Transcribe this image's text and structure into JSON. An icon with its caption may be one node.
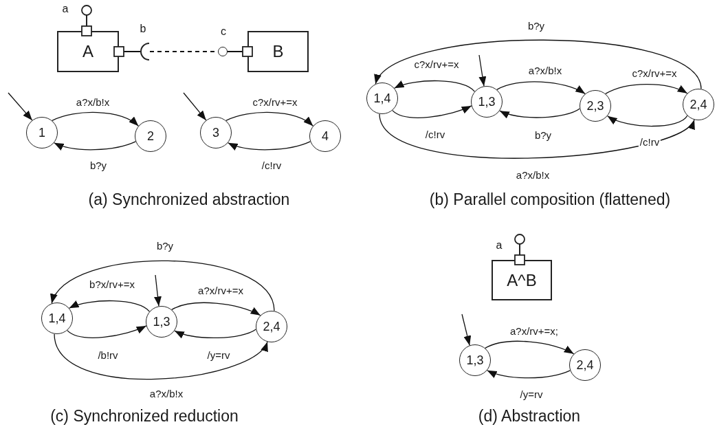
{
  "diagram": {
    "nodes": [
      {
        "text": [
          "A"
        ]
      },
      {
        "text": [
          "B"
        ]
      },
      {
        "text": [],
        "shape": "arc",
        "beside": [
          "b"
        ]
      },
      {
        "text": [],
        "shape": "circle",
        "beside": [
          "c"
        ]
      },
      {
        "text": [
          "1"
        ]
      },
      {
        "text": [
          "2"
        ]
      },
      {
        "text": [
          "3"
        ]
      },
      {
        "text": [
          "4"
        ]
      },
      {
        "text": [
          "1,4"
        ]
      },
      {
        "text": [
          "1,3"
        ]
      },
      {
        "text": [
          "2,3"
        ]
      },
      {
        "text": [
          "2,4"
        ]
      },
      {
        "text": [
          "1,4"
        ]
      },
      {
        "text": [
          "1,3"
        ]
      },
      {
        "text": [
          "2,4"
        ]
      },
      {
        "text": [
          "A^B"
        ]
      },
      {
        "text": [
          "1,3"
        ]
      },
      {
        "text": [
          "2,4"
        ]
      }
    ],
    "edges": [
      {
        "from": 2,
        "to": 3,
        "arrow": "none",
        "style": "dashed"
      },
      {
        "from": null,
        "to": 4,
        "arrow": "to"
      },
      {
        "from": 4,
        "to": 5,
        "arrow": "to",
        "label": "a?x/b!x"
      },
      {
        "from": 5,
        "to": 4,
        "arrow": "to",
        "label": "b?y"
      },
      {
        "from": null,
        "to": 6,
        "arrow": "to"
      },
      {
        "from": 6,
        "to": 7,
        "arrow": "to",
        "label": "c?x/rv+=x"
      },
      {
        "from": 7,
        "to": 6,
        "arrow": "to",
        "label": "/c!rv"
      },
      {
        "from": 11,
        "to": 8,
        "arrow": "to",
        "label": "b?y"
      },
      {
        "from": 9,
        "to": 8,
        "arrow": "to",
        "label": "c?x/rv+=x"
      },
      {
        "from": null,
        "to": 9,
        "arrow": "to"
      },
      {
        "from": 9,
        "to": 10,
        "arrow": "to",
        "label": "a?x/b!x"
      },
      {
        "from": 10,
        "to": 11,
        "arrow": "to",
        "label": "c?x/rv+=x"
      },
      {
        "from": 8,
        "to": 9,
        "arrow": "to",
        "label": "/c!rv"
      },
      {
        "from": 10,
        "to": 9,
        "arrow": "to",
        "label": "b?y"
      },
      {
        "from": 11,
        "to": 10,
        "arrow": "to",
        "label": "/c!rv"
      },
      {
        "from": 8,
        "to": 11,
        "arrow": "to",
        "label": "a?x/b!x"
      },
      {
        "from": 14,
        "to": 12,
        "arrow": "to",
        "label": "b?y"
      },
      {
        "from": 13,
        "to": 12,
        "arrow": "to",
        "label": "b?x/rv+=x"
      },
      {
        "from": null,
        "to": 13,
        "arrow": "to"
      },
      {
        "from": 13,
        "to": 14,
        "arrow": "to",
        "label": "a?x/rv+=x"
      },
      {
        "from": 12,
        "to": 13,
        "arrow": "to",
        "label": "/b!rv"
      },
      {
        "from": 14,
        "to": 13,
        "arrow": "to",
        "label": "/y=rv"
      },
      {
        "from": 12,
        "to": 14,
        "arrow": "to",
        "label": "a?x/b!x"
      },
      {
        "from": null,
        "to": 16,
        "arrow": "to"
      },
      {
        "from": 16,
        "to": 17,
        "arrow": "to",
        "label": "a?x/rv+=x;"
      },
      {
        "from": 17,
        "to": 16,
        "arrow": "to",
        "label": "/y=rv"
      },
      {
        "from": 0,
        "to": 2,
        "arrow": "none"
      },
      {
        "from": 1,
        "to": 3,
        "arrow": "none"
      }
    ],
    "labels": [
      "a",
      "(a) Synchronized abstraction",
      "(b) Parallel composition (flattened)",
      "a",
      "(c) Synchronized reduction",
      "(d) Abstraction"
    ]
  }
}
